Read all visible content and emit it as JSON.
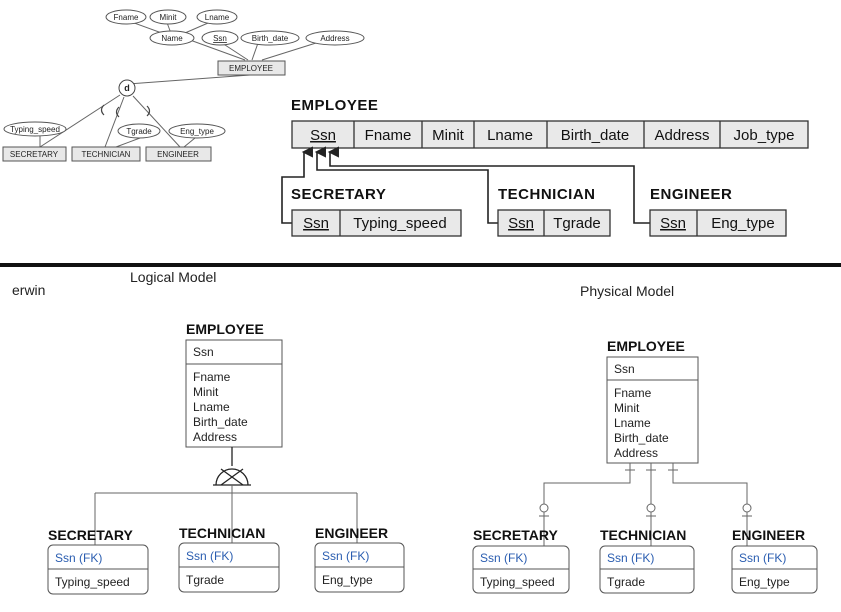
{
  "eer": {
    "attributes": {
      "fname": "Fname",
      "minit": "Minit",
      "lname": "Lname",
      "name": "Name",
      "ssn": "Ssn",
      "birth_date": "Birth_date",
      "address": "Address",
      "typing_speed": "Typing_speed",
      "tgrade": "Tgrade",
      "eng_type": "Eng_type"
    },
    "entities": {
      "employee": "EMPLOYEE",
      "secretary": "SECRETARY",
      "technician": "TECHNICIAN",
      "engineer": "ENGINEER"
    },
    "specialization": "d"
  },
  "relational": {
    "employee": {
      "title": "EMPLOYEE",
      "columns": [
        "Ssn",
        "Fname",
        "Minit",
        "Lname",
        "Birth_date",
        "Address",
        "Job_type"
      ]
    },
    "secretary": {
      "title": "SECRETARY",
      "columns": [
        "Ssn",
        "Typing_speed"
      ]
    },
    "technician": {
      "title": "TECHNICIAN",
      "columns": [
        "Ssn",
        "Tgrade"
      ]
    },
    "engineer": {
      "title": "ENGINEER",
      "columns": [
        "Ssn",
        "Eng_type"
      ]
    }
  },
  "captions": {
    "erwin": "erwin",
    "logical": "Logical Model",
    "physical": "Physical Model"
  },
  "logical": {
    "employee": {
      "title": "EMPLOYEE",
      "key": "Ssn",
      "attrs": [
        "Fname",
        "Minit",
        "Lname",
        "Birth_date",
        "Address"
      ]
    },
    "secretary": {
      "title": "SECRETARY",
      "key": "Ssn (FK)",
      "attr": "Typing_speed"
    },
    "technician": {
      "title": "TECHNICIAN",
      "key": "Ssn (FK)",
      "attr": "Tgrade"
    },
    "engineer": {
      "title": "ENGINEER",
      "key": "Ssn (FK)",
      "attr": "Eng_type"
    }
  },
  "physical": {
    "employee": {
      "title": "EMPLOYEE",
      "key": "Ssn",
      "attrs": [
        "Fname",
        "Minit",
        "Lname",
        "Birth_date",
        "Address"
      ]
    },
    "secretary": {
      "title": "SECRETARY",
      "key": "Ssn (FK)",
      "attr": "Typing_speed"
    },
    "technician": {
      "title": "TECHNICIAN",
      "key": "Ssn (FK)",
      "attr": "Tgrade"
    },
    "engineer": {
      "title": "ENGINEER",
      "key": "Ssn (FK)",
      "attr": "Eng_type"
    }
  }
}
